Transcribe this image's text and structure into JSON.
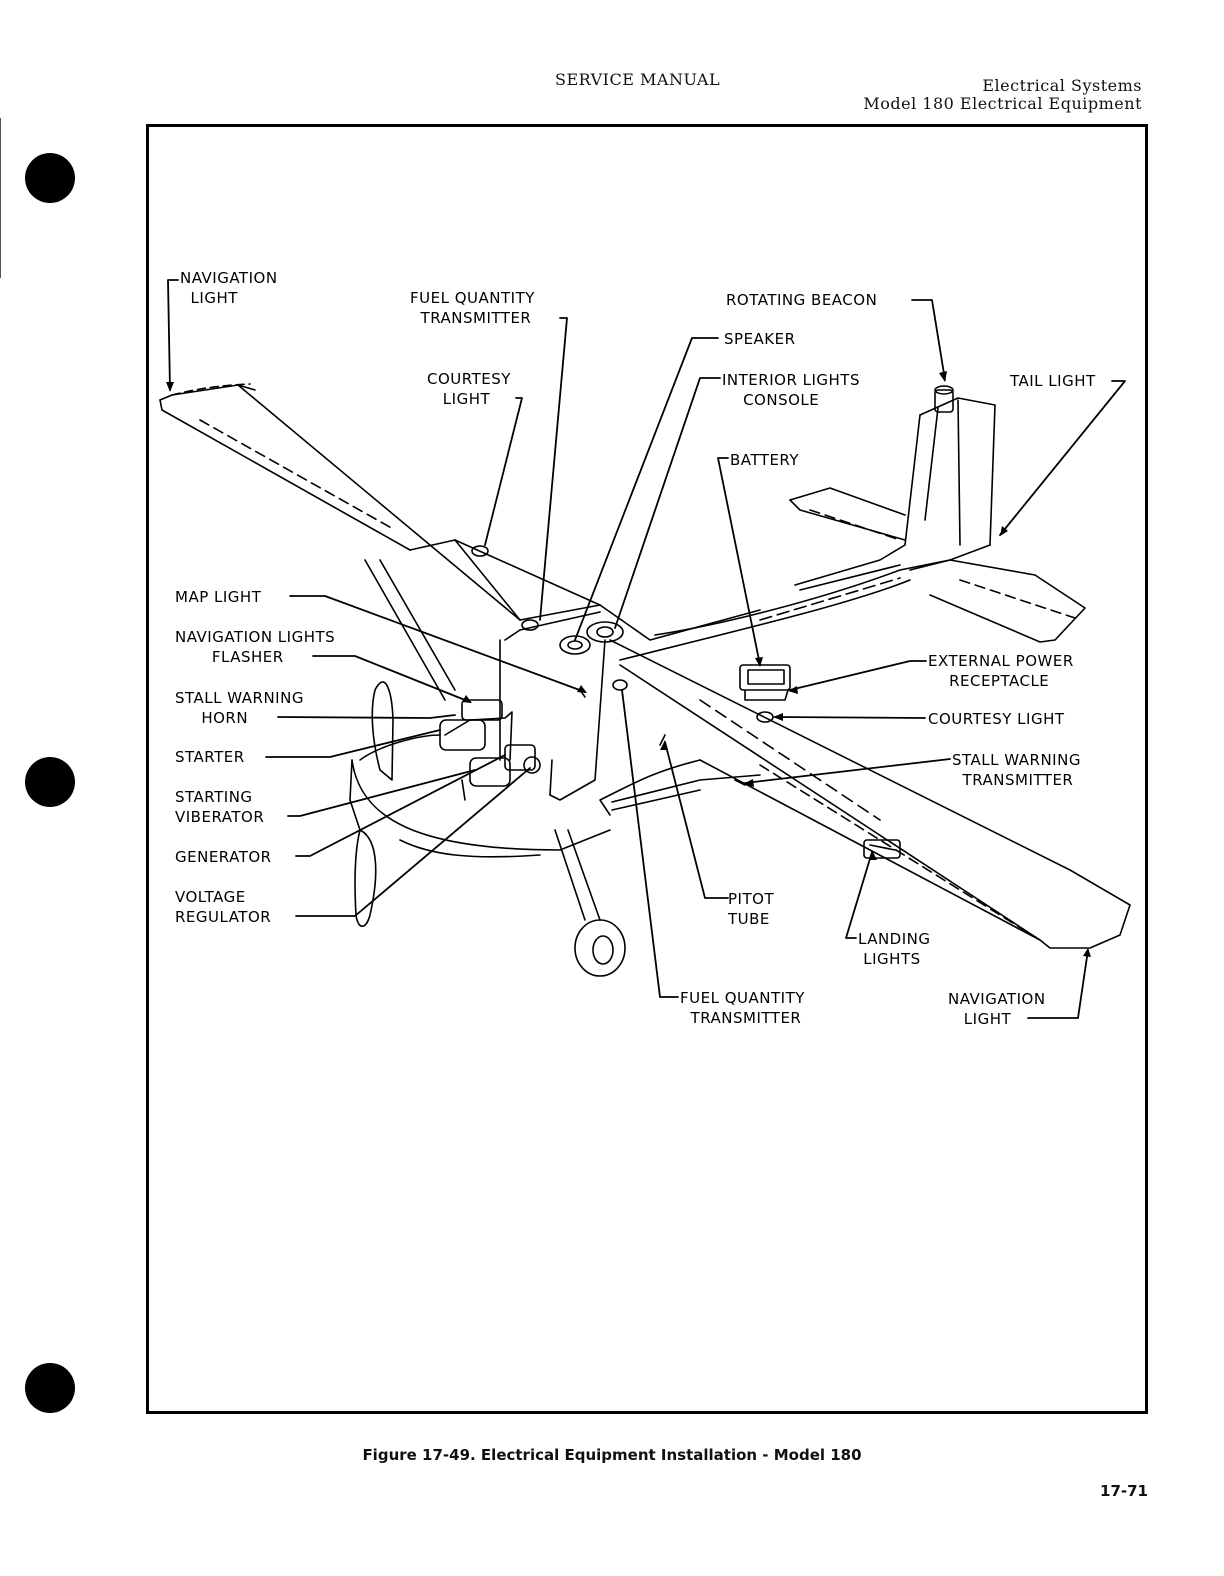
{
  "header": {
    "center": "SERVICE MANUAL",
    "right_line1": "Electrical Systems",
    "right_line2": "Model 180 Electrical Equipment"
  },
  "labels": {
    "nav_light_left": "NAVIGATION\n  LIGHT",
    "fuel_qty_upper": "FUEL QUANTITY\n  TRANSMITTER",
    "rotating_beacon": "ROTATING BEACON",
    "speaker": "SPEAKER",
    "courtesy_light_upper": "COURTESY\n   LIGHT",
    "interior_lights": "INTERIOR LIGHTS\n    CONSOLE",
    "tail_light": "TAIL LIGHT",
    "battery": "BATTERY",
    "map_light": "MAP LIGHT",
    "nav_flasher": "NAVIGATION LIGHTS\n       FLASHER",
    "external_power": "EXTERNAL POWER\n    RECEPTACLE",
    "stall_horn": "STALL WARNING\n     HORN",
    "courtesy_light_lower": "COURTESY LIGHT",
    "starter": "STARTER",
    "stall_transmitter": "STALL WARNING\n  TRANSMITTER",
    "starting_vibrator": "STARTING\nVIBERATOR",
    "generator": "GENERATOR",
    "voltage_regulator": "VOLTAGE\nREGULATOR",
    "pitot_tube": "PITOT\nTUBE",
    "landing_lights": "LANDING\n LIGHTS",
    "fuel_qty_lower": "FUEL QUANTITY\n  TRANSMITTER",
    "nav_light_right": "NAVIGATION\n   LIGHT"
  },
  "caption": "Figure 17-49.  Electrical Equipment Installation - Model 180",
  "page_number": "17-71"
}
